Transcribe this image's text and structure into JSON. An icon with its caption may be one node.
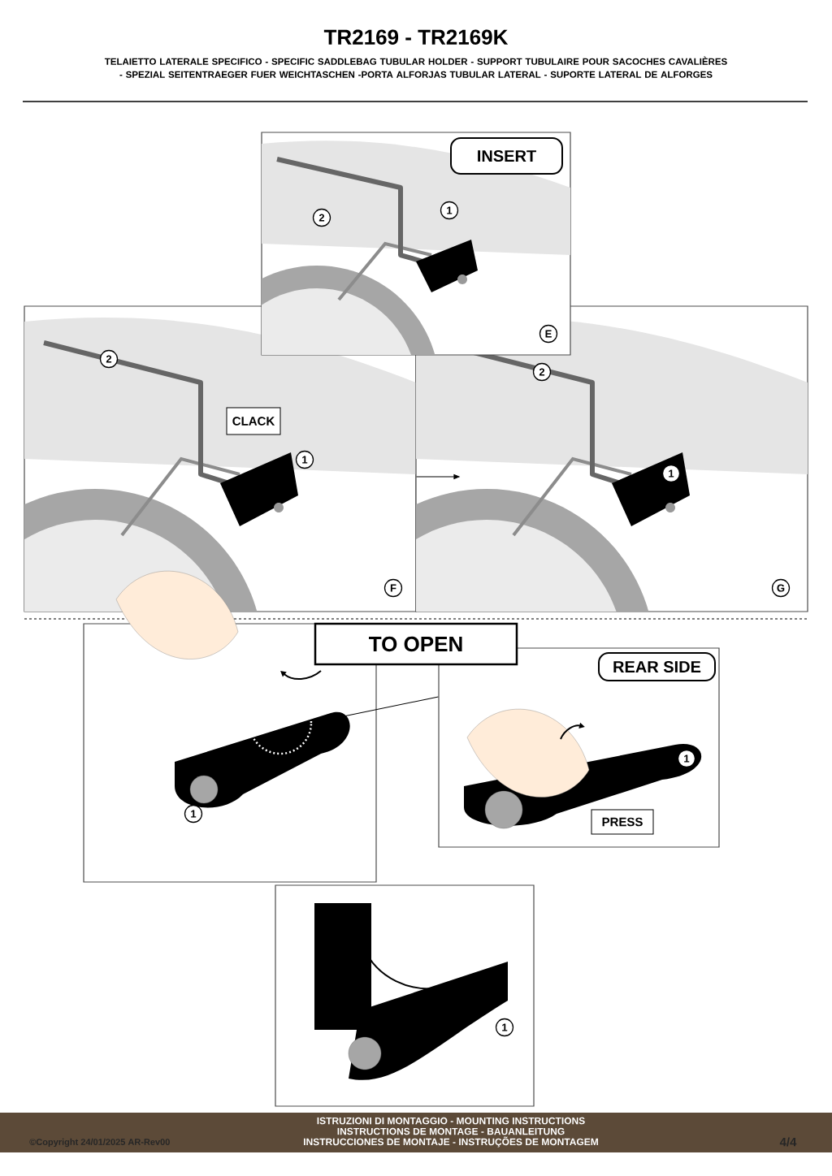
{
  "diagram": {
    "title": "TR2169 - TR2169K",
    "nodes": [
      {
        "text": [],
        "shape": "picture"
      },
      {
        "text": [
          "INSERT"
        ],
        "in": 0
      },
      {
        "text": [
          "1"
        ],
        "in": 0
      },
      {
        "text": [
          "2"
        ],
        "in": 0
      },
      {
        "text": [
          "E"
        ]
      },
      {
        "text": [],
        "shape": "picture"
      },
      {
        "text": [
          "CLACK"
        ],
        "in": 5
      },
      {
        "text": [
          "2"
        ],
        "in": 5
      },
      {
        "text": [
          "1"
        ],
        "in": 5
      },
      {
        "text": [
          "F"
        ],
        "in": 5
      },
      {
        "text": [],
        "shape": "picture"
      },
      {
        "text": [
          "2"
        ],
        "in": 10
      },
      {
        "text": [
          "1"
        ],
        "in": 10
      },
      {
        "text": [
          "G"
        ],
        "in": 10
      },
      {
        "text": [
          "TO OPEN"
        ]
      },
      {
        "text": [],
        "shape": "picture"
      },
      {
        "text": [
          "1"
        ],
        "in": 15
      },
      {
        "text": [],
        "shape": "picture"
      },
      {
        "text": [
          "REAR SIDE"
        ],
        "in": 17
      },
      {
        "text": [
          "1"
        ],
        "in": 17
      },
      {
        "text": [
          "PRESS"
        ],
        "in": 17
      },
      {
        "text": [],
        "shape": "picture"
      },
      {
        "text": [
          "1"
        ],
        "in": 21
      },
      {
        "text": [],
        "shape": "circle",
        "in": 15
      }
    ],
    "edges": [
      {
        "from": 5,
        "to": 10,
        "arrow": "to"
      },
      {
        "from": 23,
        "to": 17,
        "arrow": "none"
      }
    ],
    "labels": [
      "TELAIETTO LATERALE SPECIFICO - SPECIFIC SADDLEBAG TUBULAR HOLDER - SUPPORT TUBULAIRE POUR SACOCHES CAVALIÈRES - SPEZIAL SEITENTRAEGER FUER WEICHTASCHEN -PORTA ALFORJAS TUBULAR LATERAL - SUPORTE LATERAL DE ALFORGES",
      "ISTRUZIONI DI MONTAGGIO  -  MOUNTING INSTRUCTIONS",
      "INSTRUCTIONS DE MONTAGE - BAUANLEITUNG",
      "INSTRUCCIONES DE MONTAJE - INSTRUÇÕES DE MONTAGEM",
      "©Copyright 24/01/2025 AR-Rev00",
      "4/4"
    ]
  }
}
